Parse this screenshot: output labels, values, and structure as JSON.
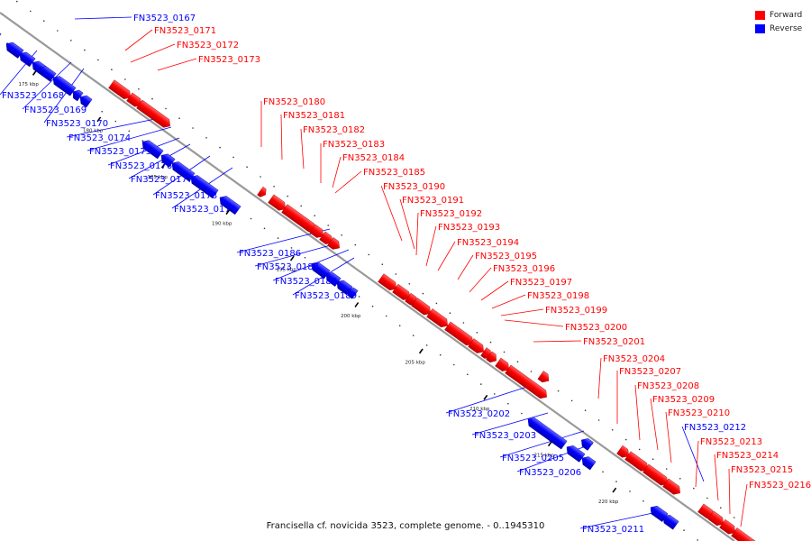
{
  "colors": {
    "forward": "#ff0000",
    "reverse": "#0000ff",
    "backbone": "#999999"
  },
  "legend": {
    "forward_label": "Forward",
    "reverse_label": "Reverse"
  },
  "caption": "Francisella cf. novicida 3523, complete genome. - 0..1945310",
  "scale_ticks": [
    {
      "label": "175 kbp",
      "kbp": 175
    },
    {
      "label": "180 kbp",
      "kbp": 180
    },
    {
      "label": "185 kbp",
      "kbp": 185
    },
    {
      "label": "190 kbp",
      "kbp": 190
    },
    {
      "label": "195 kbp",
      "kbp": 195
    },
    {
      "label": "200 kbp",
      "kbp": 200
    },
    {
      "label": "205 kbp",
      "kbp": 205
    },
    {
      "label": "210 kbp",
      "kbp": 210
    },
    {
      "label": "215 kbp",
      "kbp": 215
    },
    {
      "label": "220 kbp",
      "kbp": 220
    }
  ],
  "genes": [
    {
      "name": "FN3523_0167",
      "strand": "reverse"
    },
    {
      "name": "FN3523_0168",
      "strand": "reverse"
    },
    {
      "name": "FN3523_0169",
      "strand": "reverse"
    },
    {
      "name": "FN3523_0170",
      "strand": "reverse"
    },
    {
      "name": "FN3523_0171",
      "strand": "forward"
    },
    {
      "name": "FN3523_0172",
      "strand": "forward"
    },
    {
      "name": "FN3523_0173",
      "strand": "forward"
    },
    {
      "name": "FN3523_0174",
      "strand": "reverse"
    },
    {
      "name": "FN3523_0175",
      "strand": "reverse"
    },
    {
      "name": "FN3523_0176",
      "strand": "reverse"
    },
    {
      "name": "FN3523_0177",
      "strand": "reverse"
    },
    {
      "name": "FN3523_0178",
      "strand": "reverse"
    },
    {
      "name": "FN3523_0179",
      "strand": "reverse"
    },
    {
      "name": "FN3523_0180",
      "strand": "forward"
    },
    {
      "name": "FN3523_0181",
      "strand": "forward"
    },
    {
      "name": "FN3523_0182",
      "strand": "forward"
    },
    {
      "name": "FN3523_0183",
      "strand": "forward"
    },
    {
      "name": "FN3523_0184",
      "strand": "forward"
    },
    {
      "name": "FN3523_0185",
      "strand": "forward"
    },
    {
      "name": "FN3523_0186",
      "strand": "reverse"
    },
    {
      "name": "FN3523_0187",
      "strand": "reverse"
    },
    {
      "name": "FN3523_0188",
      "strand": "reverse"
    },
    {
      "name": "FN3523_0189",
      "strand": "reverse"
    },
    {
      "name": "FN3523_0190",
      "strand": "forward"
    },
    {
      "name": "FN3523_0191",
      "strand": "forward"
    },
    {
      "name": "FN3523_0192",
      "strand": "forward"
    },
    {
      "name": "FN3523_0193",
      "strand": "forward"
    },
    {
      "name": "FN3523_0194",
      "strand": "forward"
    },
    {
      "name": "FN3523_0195",
      "strand": "forward"
    },
    {
      "name": "FN3523_0196",
      "strand": "forward"
    },
    {
      "name": "FN3523_0197",
      "strand": "forward"
    },
    {
      "name": "FN3523_0198",
      "strand": "forward"
    },
    {
      "name": "FN3523_0199",
      "strand": "forward"
    },
    {
      "name": "FN3523_0200",
      "strand": "forward"
    },
    {
      "name": "FN3523_0201",
      "strand": "forward"
    },
    {
      "name": "FN3523_0202",
      "strand": "reverse"
    },
    {
      "name": "FN3523_0203",
      "strand": "reverse"
    },
    {
      "name": "FN3523_0204",
      "strand": "forward"
    },
    {
      "name": "FN3523_0205",
      "strand": "reverse"
    },
    {
      "name": "FN3523_0206",
      "strand": "reverse"
    },
    {
      "name": "FN3523_0207",
      "strand": "forward"
    },
    {
      "name": "FN3523_0208",
      "strand": "forward"
    },
    {
      "name": "FN3523_0209",
      "strand": "forward"
    },
    {
      "name": "FN3523_0210",
      "strand": "forward"
    },
    {
      "name": "FN3523_0211",
      "strand": "reverse"
    },
    {
      "name": "FN3523_0212",
      "strand": "reverse"
    },
    {
      "name": "FN3523_0213",
      "strand": "forward"
    },
    {
      "name": "FN3523_0214",
      "strand": "forward"
    },
    {
      "name": "FN3523_0215",
      "strand": "forward"
    },
    {
      "name": "FN3523_0216",
      "strand": "forward"
    }
  ]
}
